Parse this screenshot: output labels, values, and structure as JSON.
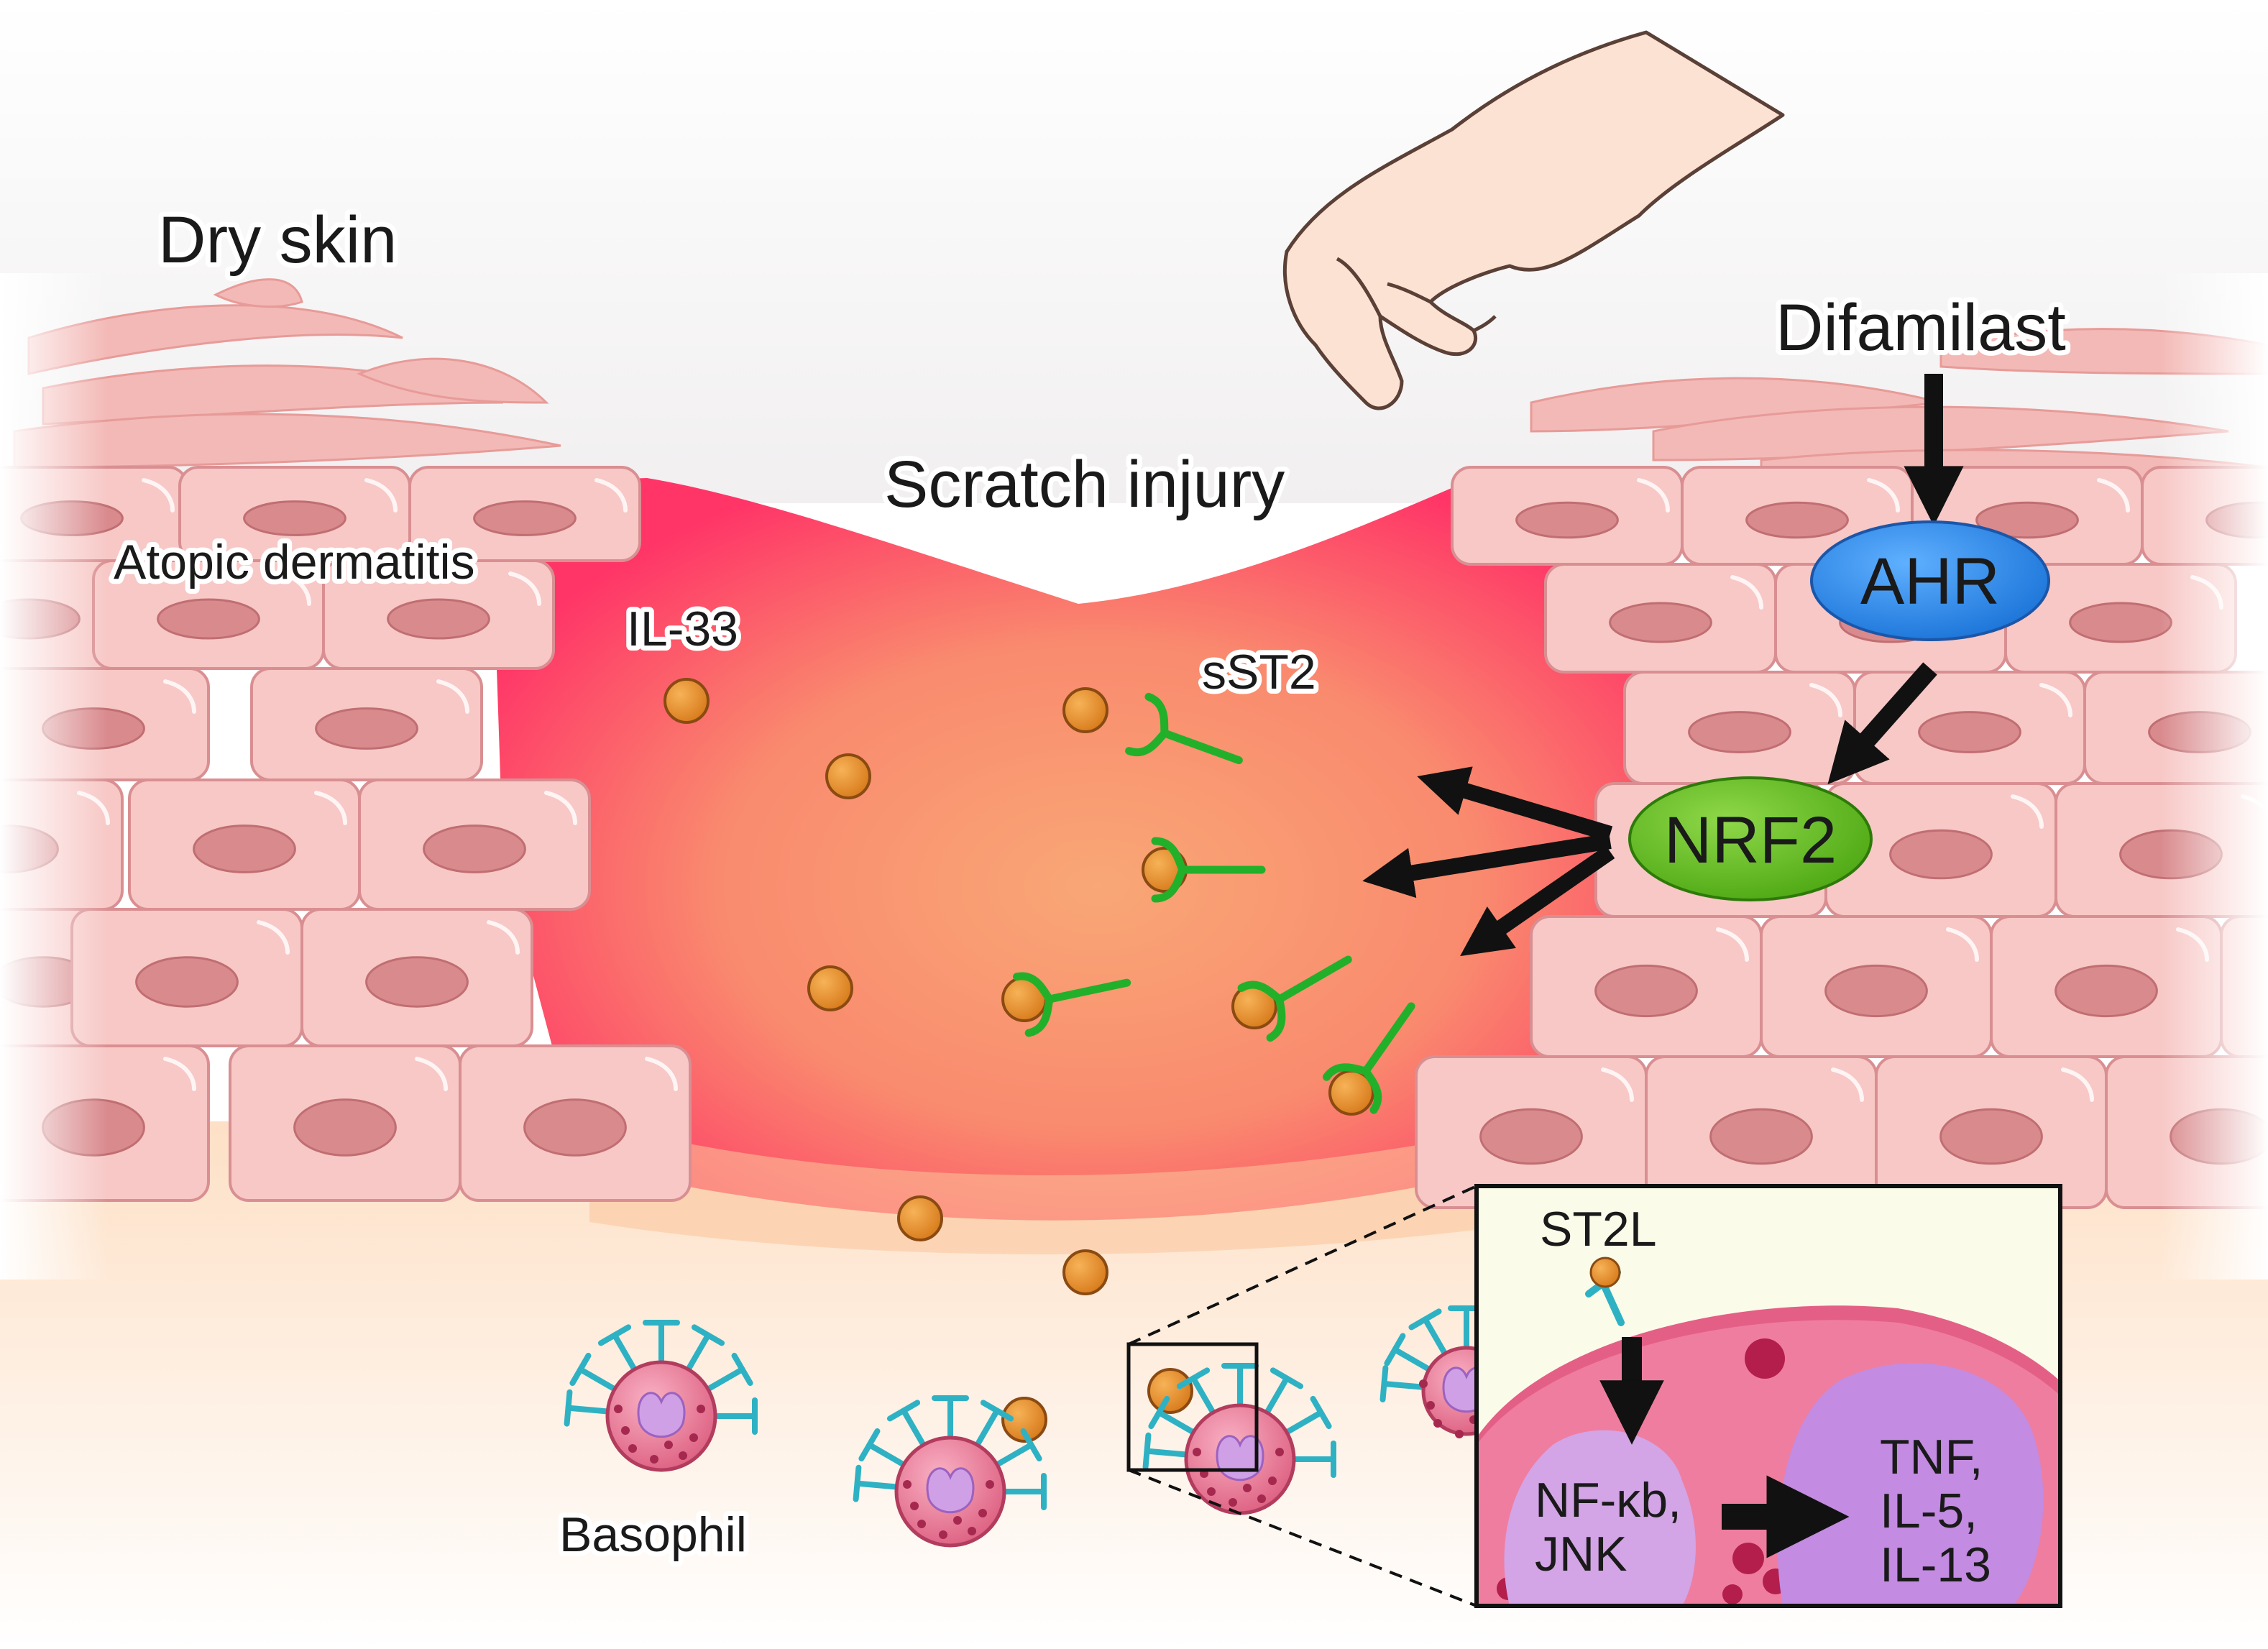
{
  "labels": {
    "dry_skin": "Dry skin",
    "scratch_injury": "Scratch injury",
    "atopic_dermatitis": "Atopic dermatitis",
    "il33": "IL-33",
    "sst2": "sST2",
    "difamilast": "Difamilast",
    "ahr": "AHR",
    "nrf2": "NRF2",
    "basophil": "Basophil"
  },
  "inset": {
    "st2l": "ST2L",
    "nfkb_line1": "NF-κb,",
    "nfkb_line2": "JNK",
    "cyto_line1": "TNF,",
    "cyto_line2": "IL-5,",
    "cyto_line3": "IL-13"
  },
  "colors": {
    "il33": "#e8902a",
    "sst2": "#22b02a",
    "ahr": "#2e8ff0",
    "nrf2": "#66c21e",
    "wound_core": "#ff3c6a",
    "wound_center": "#f9a776",
    "cell": "#f7c8c6",
    "nucleus": "#d98a8d",
    "receptor": "#2fb1c4",
    "basophil": "#e8708e"
  }
}
